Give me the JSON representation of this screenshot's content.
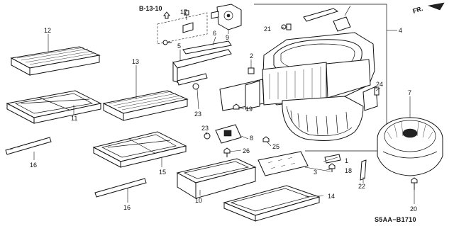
{
  "reference": "B-13-10",
  "direction": "FR.",
  "diagram_code": "S5AA−B1710",
  "callouts": {
    "c1": "1",
    "c2": "2",
    "c3": "3",
    "c4": "4",
    "c5": "5",
    "c6": "6",
    "c7": "7",
    "c8": "8",
    "c9": "9",
    "c10": "10",
    "c11": "11",
    "c12": "12",
    "c13": "13",
    "c14": "14",
    "c15": "15",
    "c16a": "16",
    "c16b": "16",
    "c17": "17",
    "c18": "18",
    "c19": "19",
    "c20": "20",
    "c21": "21",
    "c22": "22",
    "c23a": "23",
    "c23b": "23",
    "c24": "24",
    "c25": "25",
    "c26": "26"
  }
}
